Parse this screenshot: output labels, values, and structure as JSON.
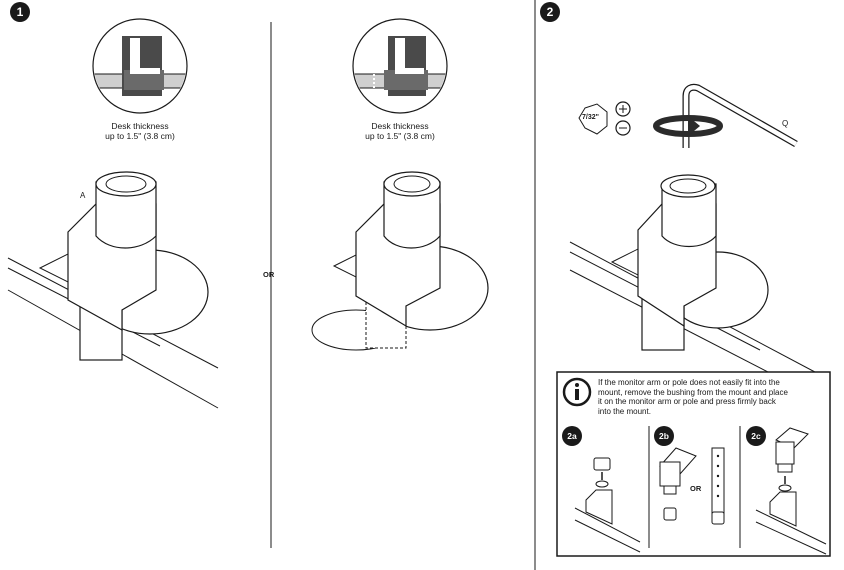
{
  "step1": {
    "badge": "1",
    "caption_left_line1": "Desk thickness",
    "caption_left_line2": "up to 1.5\" (3.8 cm)",
    "caption_right_line1": "Desk thickness",
    "caption_right_line2": "up to 1.5\" (3.8 cm)",
    "part_label": "A",
    "or_label": "OR"
  },
  "step2": {
    "badge": "2",
    "hex_size": "7/32\"",
    "part_label": "Q"
  },
  "note": {
    "text_line1": "If the monitor arm or pole does not easily fit into the",
    "text_line2": "mount, remove the bushing from the mount and place",
    "text_line3": "it on the monitor arm or pole and press firmly back",
    "text_line4": "into the mount.",
    "sub_a": "2a",
    "sub_b": "2b",
    "sub_c": "2c",
    "or_label": "OR"
  },
  "colors": {
    "ink": "#1a1a1a",
    "mount_fill": "#ffffff",
    "desk_gray": "#bdbdbd",
    "icon_dark": "#2b2b2b"
  }
}
